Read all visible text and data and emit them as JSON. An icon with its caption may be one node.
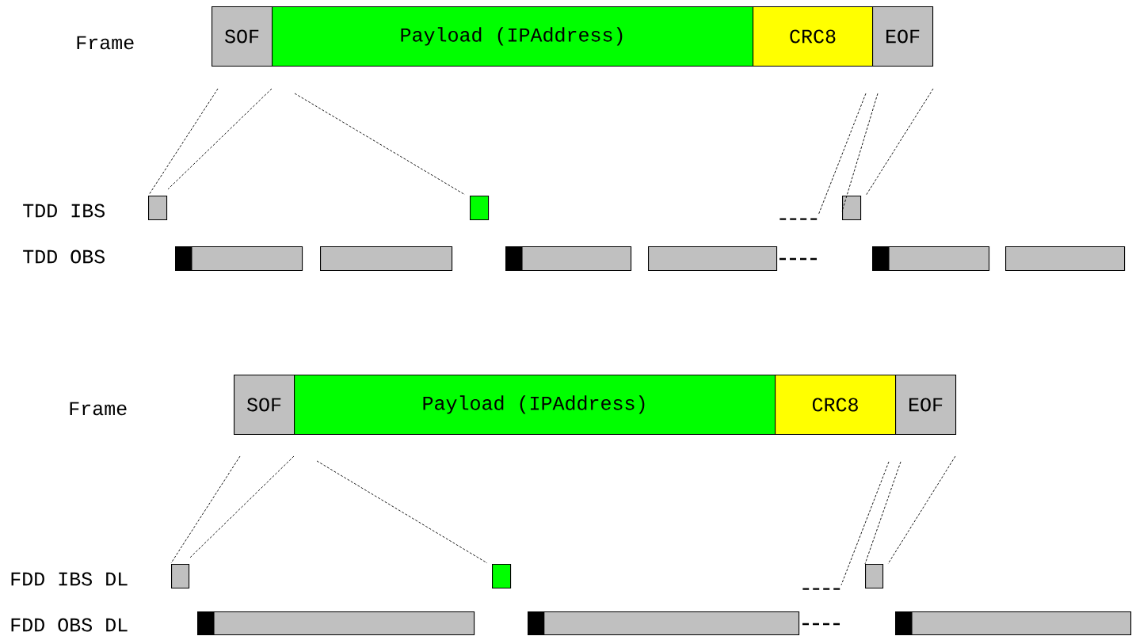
{
  "diagram": {
    "nodes": [
      {
        "text": [
          "SOF"
        ]
      },
      {
        "text": [
          "Payload (IPAddress)"
        ]
      },
      {
        "text": [
          "CRC8"
        ]
      },
      {
        "text": [
          "EOF"
        ]
      },
      {
        "text": [],
        "shape": "box"
      },
      {
        "text": [],
        "shape": "box"
      },
      {
        "text": [],
        "shape": "line"
      },
      {
        "text": [],
        "shape": "box"
      },
      {
        "text": [],
        "shape": "bar"
      },
      {
        "text": [],
        "shape": "bar"
      },
      {
        "text": [],
        "shape": "bar"
      },
      {
        "text": [],
        "shape": "bar"
      },
      {
        "text": [],
        "shape": "bar"
      },
      {
        "text": [],
        "shape": "bar"
      },
      {
        "text": [
          "SOF"
        ]
      },
      {
        "text": [
          "Payload (IPAddress)"
        ]
      },
      {
        "text": [
          "CRC8"
        ]
      },
      {
        "text": [
          "EOF"
        ]
      },
      {
        "text": [],
        "shape": "box"
      },
      {
        "text": [],
        "shape": "box"
      },
      {
        "text": [],
        "shape": "line"
      },
      {
        "text": [],
        "shape": "box"
      },
      {
        "text": [],
        "shape": "bar"
      },
      {
        "text": [],
        "shape": "bar"
      },
      {
        "text": [],
        "shape": "bar"
      }
    ],
    "edges": [
      {
        "from": 0,
        "to": 4,
        "arrow": "none",
        "style": "dashed"
      },
      {
        "from": 0,
        "to": 4,
        "arrow": "none",
        "style": "dashed"
      },
      {
        "from": 1,
        "to": 5,
        "arrow": "none",
        "style": "dashed"
      },
      {
        "from": 2,
        "to": 6,
        "arrow": "none",
        "style": "dashed"
      },
      {
        "from": 3,
        "to": 7,
        "arrow": "none",
        "style": "dashed"
      },
      {
        "from": 3,
        "to": 7,
        "arrow": "none",
        "style": "dashed"
      },
      {
        "from": 14,
        "to": 18,
        "arrow": "none",
        "style": "dashed"
      },
      {
        "from": 14,
        "to": 18,
        "arrow": "none",
        "style": "dashed"
      },
      {
        "from": 15,
        "to": 19,
        "arrow": "none",
        "style": "dashed"
      },
      {
        "from": 16,
        "to": 20,
        "arrow": "none",
        "style": "dashed"
      },
      {
        "from": 17,
        "to": 21,
        "arrow": "none",
        "style": "dashed"
      },
      {
        "from": 17,
        "to": 21,
        "arrow": "none",
        "style": "dashed"
      }
    ],
    "labels": [
      "Frame",
      "TDD IBS",
      "TDD OBS",
      "Frame",
      "FDD IBS DL",
      "FDD OBS DL"
    ]
  }
}
